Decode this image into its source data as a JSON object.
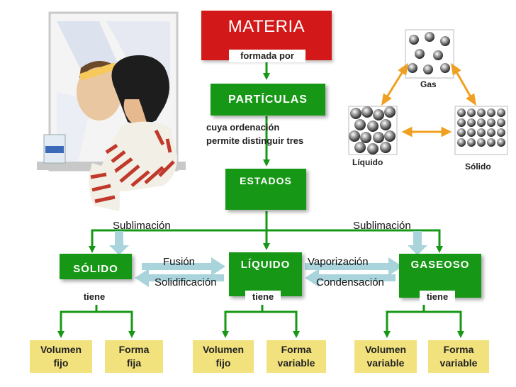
{
  "diagram": {
    "materia": "MATERIA",
    "formada_por": "formada por",
    "particulas": "PARTÍCULAS",
    "ordenacion_line1": "cuya ordenación",
    "ordenacion_line2": "permite distinguir tres",
    "estados": "ESTADOS",
    "solido": "SÓLIDO",
    "liquido": "LÍQUIDO",
    "gaseoso": "GASEOSO",
    "sublimacion_left": "Sublimación",
    "sublimacion_right": "Sublimación",
    "fusion": "Fusión",
    "solidificacion": "Solidificación",
    "vaporizacion": "Vaporización",
    "condensacion": "Condensación",
    "tiene_solido": "tiene",
    "tiene_liquido": "tiene",
    "tiene_gaseoso": "tiene",
    "leaves": [
      {
        "line1": "Volumen",
        "line2": "fijo"
      },
      {
        "line1": "Forma",
        "line2": "fija"
      },
      {
        "line1": "Volumen",
        "line2": "fijo"
      },
      {
        "line1": "Forma",
        "line2": "variable"
      },
      {
        "line1": "Volumen",
        "line2": "variable"
      },
      {
        "line1": "Forma",
        "line2": "variable"
      }
    ]
  },
  "particle_models": {
    "gas": "Gas",
    "liquido": "Líquido",
    "solido": "Sólido"
  },
  "colors": {
    "green": "#169816",
    "red": "#d21818",
    "yellow": "#f2e27d",
    "arrow_light": "#a9d4dc",
    "orange": "#f0a020"
  }
}
